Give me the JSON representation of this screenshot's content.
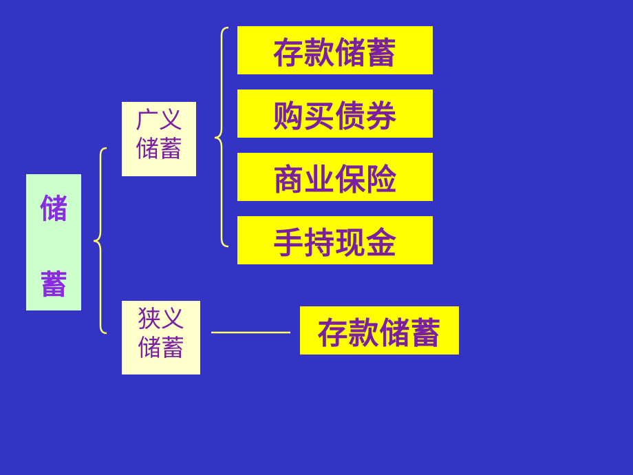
{
  "root": {
    "chars": [
      "储",
      "蓄"
    ]
  },
  "broad": {
    "line1": "广义",
    "line2": "储蓄"
  },
  "narrow": {
    "line1": "狭义",
    "line2": "储蓄"
  },
  "broad_items": [
    "存款储蓄",
    "购买债券",
    "商业保险",
    "手持现金"
  ],
  "narrow_item": "存款储蓄",
  "colors": {
    "background": "#3333c6",
    "root_box": "#ccffcc",
    "mid_box": "#ffffcc",
    "leaf_box": "#ffff00",
    "text": "#7b1fa2",
    "connector": "#ffff66"
  }
}
